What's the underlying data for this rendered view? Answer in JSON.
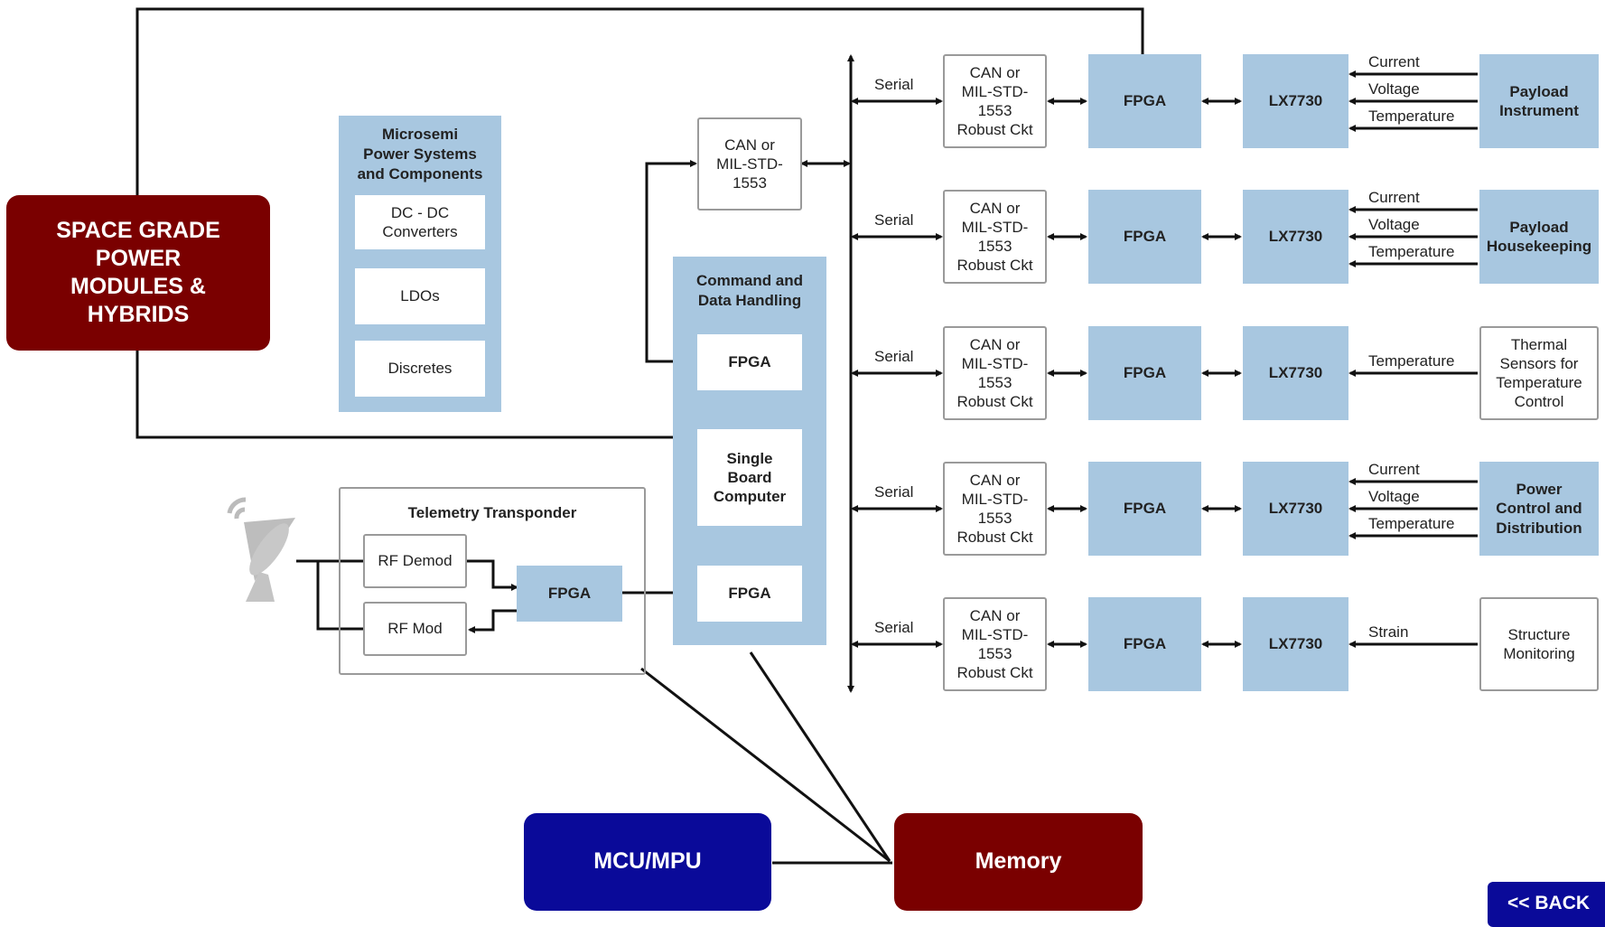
{
  "nav": {
    "power_modules": "SPACE GRADE\nPOWER\nMODULES &\nHYBRIDS",
    "mcu": "MCU/MPU",
    "memory": "Memory",
    "back": "<< BACK"
  },
  "power_systems": {
    "title": "Microsemi\nPower Systems\nand Components",
    "items": [
      "DC - DC\nConverters",
      "LDOs",
      "Discretes"
    ]
  },
  "can_main": "CAN or\nMIL-STD-\n1553",
  "cdh": {
    "title": "Command and\nData Handling",
    "fpga_top": "FPGA",
    "sbc": "Single\nBoard\nComputer",
    "fpga_bottom": "FPGA"
  },
  "telemetry": {
    "title": "Telemetry Transponder",
    "rf_demod": "RF Demod",
    "rf_mod": "RF Mod",
    "fpga": "FPGA"
  },
  "rows": [
    {
      "serial": "Serial",
      "can": "CAN or\nMIL-STD-\n1553\nRobust Ckt",
      "fpga": "FPGA",
      "lx": "LX7730",
      "signals": [
        "Current",
        "Voltage",
        "Temperature"
      ],
      "target": "Payload\nInstrument",
      "target_style": "blue"
    },
    {
      "serial": "Serial",
      "can": "CAN or\nMIL-STD-\n1553\nRobust Ckt",
      "fpga": "FPGA",
      "lx": "LX7730",
      "signals": [
        "Current",
        "Voltage",
        "Temperature"
      ],
      "target": "Payload\nHousekeeping",
      "target_style": "blue"
    },
    {
      "serial": "Serial",
      "can": "CAN or\nMIL-STD-\n1553\nRobust Ckt",
      "fpga": "FPGA",
      "lx": "LX7730",
      "signals": [
        "Temperature"
      ],
      "target": "Thermal\nSensors for\nTemperature\nControl",
      "target_style": "white"
    },
    {
      "serial": "Serial",
      "can": "CAN or\nMIL-STD-\n1553\nRobust Ckt",
      "fpga": "FPGA",
      "lx": "LX7730",
      "signals": [
        "Current",
        "Voltage",
        "Temperature"
      ],
      "target": "Power\nControl and\nDistribution",
      "target_style": "blue"
    },
    {
      "serial": "Serial",
      "can": "CAN or\nMIL-STD-\n1553\nRobust Ckt",
      "fpga": "FPGA",
      "lx": "LX7730",
      "signals": [
        "Strain"
      ],
      "target": "Structure\nMonitoring",
      "target_style": "white"
    }
  ],
  "icons": {
    "antenna": "satellite-dish-icon"
  },
  "colors": {
    "maroon": "#7a0000",
    "navy": "#0a0a99",
    "block_blue": "#a8c7e0"
  }
}
